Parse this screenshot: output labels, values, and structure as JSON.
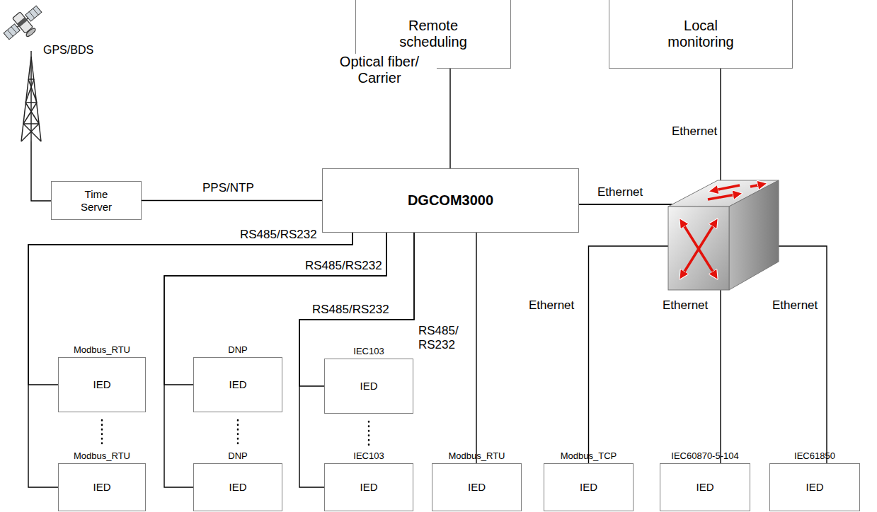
{
  "diagram": {
    "nodes": [
      {
        "text": [
          "Remote scheduling"
        ]
      },
      {
        "text": [
          "Local monitoring"
        ]
      },
      {
        "text": [
          "Time Server"
        ]
      },
      {
        "text": [
          "DGCOM3000"
        ]
      },
      {
        "text": [
          "Modbus_RTU",
          "IED"
        ]
      },
      {
        "text": [
          "Modbus_RTU",
          "IED"
        ]
      },
      {
        "text": [
          "DNP",
          "IED"
        ]
      },
      {
        "text": [
          "DNP",
          "IED"
        ]
      },
      {
        "text": [
          "IEC103",
          "IED"
        ]
      },
      {
        "text": [
          "IEC103",
          "IED"
        ]
      },
      {
        "text": [
          "Modbus_RTU",
          "IED"
        ]
      },
      {
        "text": [
          "Modbus_TCP",
          "IED"
        ]
      },
      {
        "text": [
          "IEC60870-5-104",
          "IED"
        ]
      },
      {
        "text": [
          "IEC61850",
          "IED"
        ]
      }
    ],
    "edges": [
      {
        "from": 3,
        "to": 0,
        "arrow": "none",
        "label": "Optical fiber/ Carrier"
      },
      {
        "from": 2,
        "to": 3,
        "arrow": "none",
        "label": "PPS/NTP"
      },
      {
        "from": 3,
        "to": 4,
        "arrow": "none",
        "label": "RS485/RS232"
      },
      {
        "from": 3,
        "to": 5,
        "arrow": "none"
      },
      {
        "from": 3,
        "to": 6,
        "arrow": "none",
        "label": "RS485/RS232"
      },
      {
        "from": 3,
        "to": 7,
        "arrow": "none"
      },
      {
        "from": 3,
        "to": 8,
        "arrow": "none",
        "label": "RS485/RS232"
      },
      {
        "from": 3,
        "to": 9,
        "arrow": "none"
      },
      {
        "from": 3,
        "to": 10,
        "arrow": "none",
        "label": "RS485/ RS232"
      },
      {
        "from": 3,
        "to": 1,
        "arrow": "none",
        "label": "Ethernet"
      },
      {
        "from": 3,
        "to": 11,
        "arrow": "none",
        "label": "Ethernet"
      },
      {
        "from": 3,
        "to": 12,
        "arrow": "none",
        "label": "Ethernet"
      },
      {
        "from": 3,
        "to": 13,
        "arrow": "none",
        "label": "Ethernet"
      }
    ],
    "labels": [
      "GPS/BDS",
      "Ethernet"
    ]
  }
}
